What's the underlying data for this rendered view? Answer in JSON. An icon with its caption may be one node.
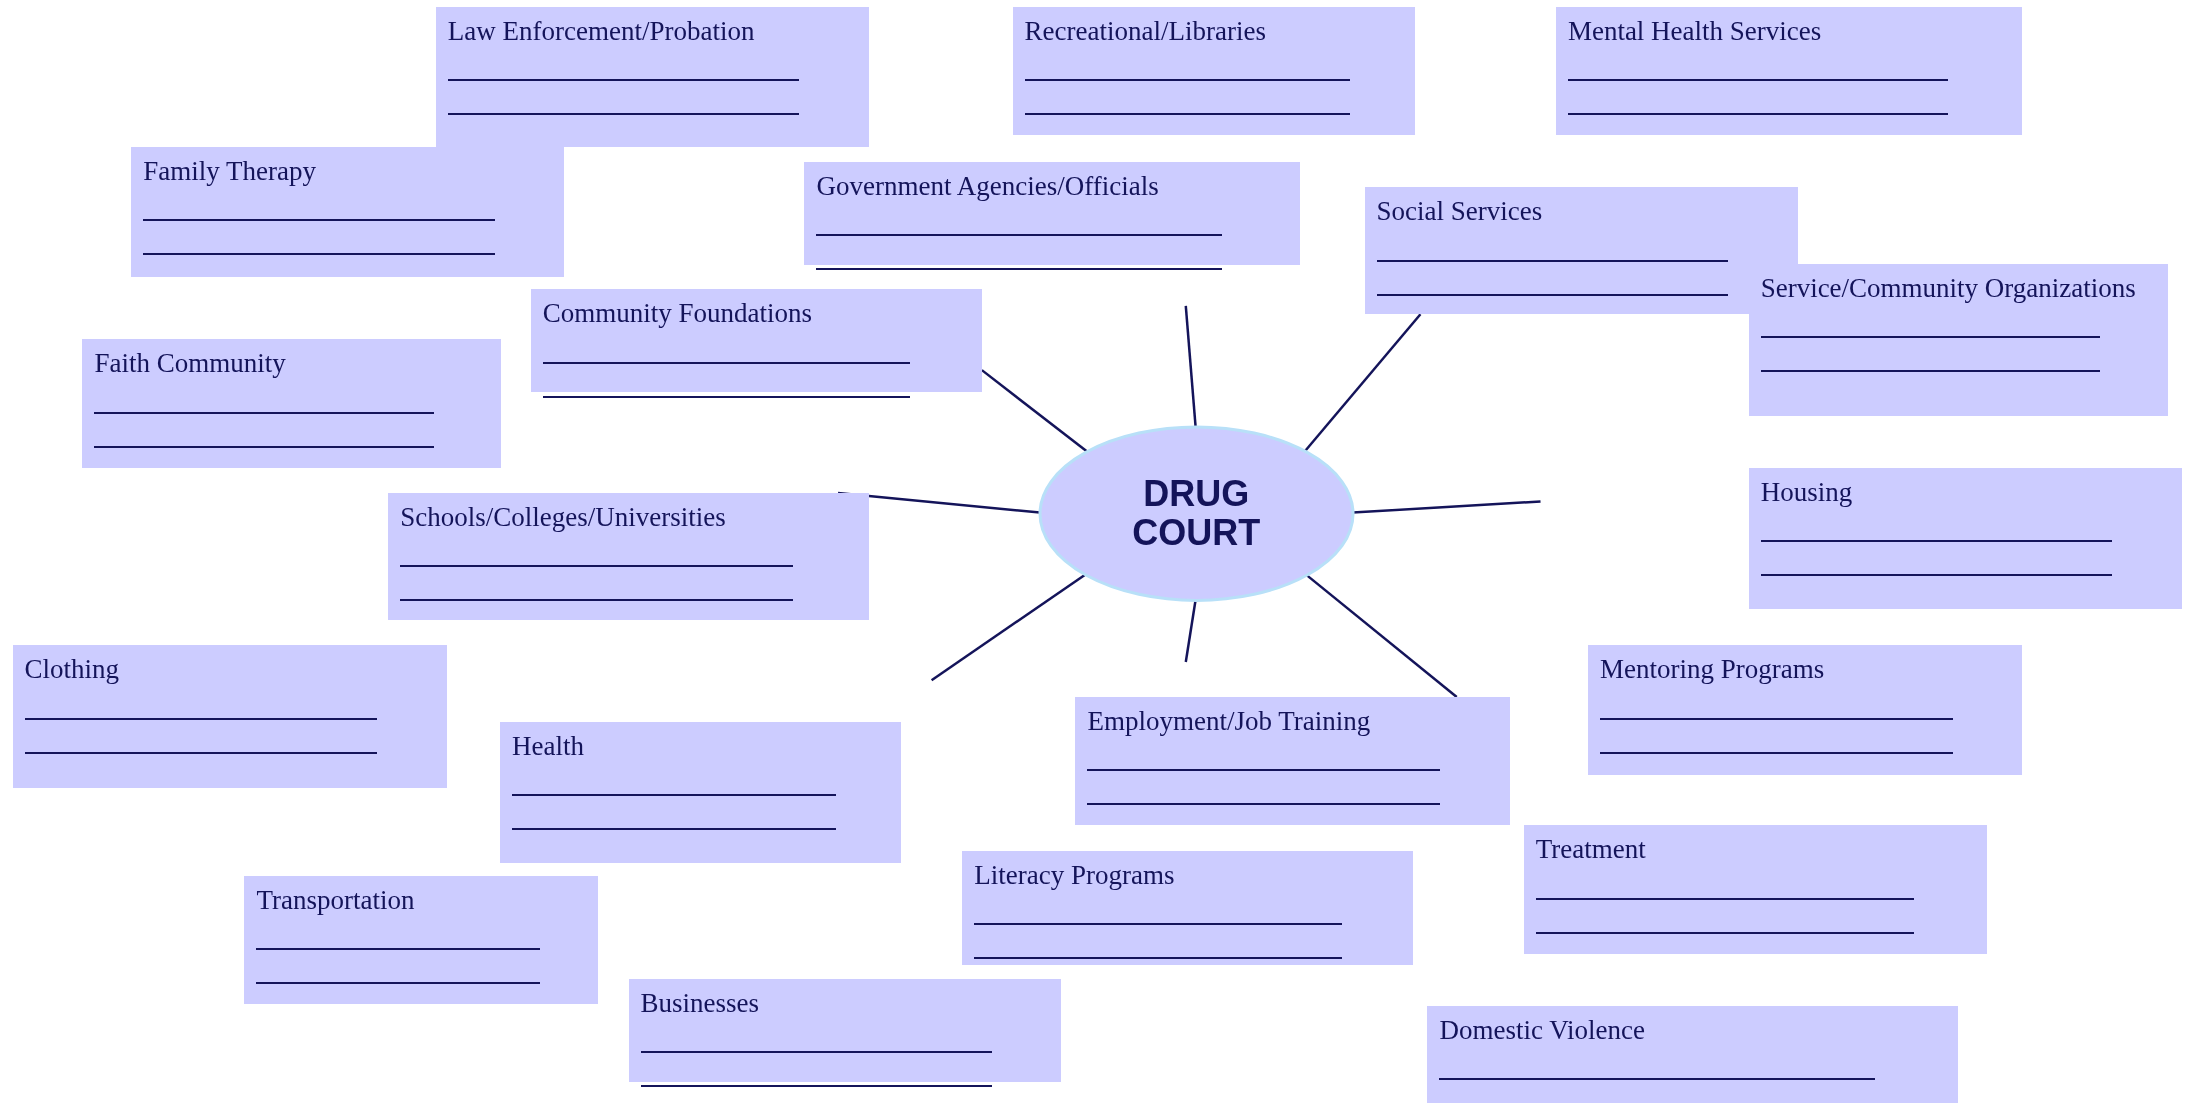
{
  "diagram": {
    "nodes": [
      {
        "text": [
          "Law Enforcement/Probation"
        ]
      },
      {
        "text": [
          "Recreational/Libraries"
        ]
      },
      {
        "text": [
          "Mental Health Services"
        ]
      },
      {
        "text": [
          "Family Therapy"
        ]
      },
      {
        "text": [
          "Government Agencies/Officials"
        ]
      },
      {
        "text": [
          "Social Services"
        ]
      },
      {
        "text": [
          "Service/Community Organizations"
        ]
      },
      {
        "text": [
          "Community Foundations"
        ]
      },
      {
        "text": [
          "Faith Community"
        ]
      },
      {
        "text": [
          "Housing"
        ]
      },
      {
        "text": [
          "Schools/Colleges/Universities"
        ]
      },
      {
        "text": [
          "DRUG COURT"
        ]
      },
      {
        "text": [
          "Clothing"
        ]
      },
      {
        "text": [
          "Mentoring Programs"
        ]
      },
      {
        "text": [
          "Health"
        ]
      },
      {
        "text": [
          "Employment/Job Training"
        ]
      },
      {
        "text": [
          "Literacy Programs"
        ]
      },
      {
        "text": [
          "Treatment"
        ]
      },
      {
        "text": [
          "Transportation"
        ]
      },
      {
        "text": [
          "Businesses"
        ]
      },
      {
        "text": [
          "Domestic Violence"
        ]
      }
    ],
    "edges": [
      {
        "from": 11,
        "to": 7,
        "arrow": "none"
      },
      {
        "from": 11,
        "to": null,
        "arrow": "none"
      },
      {
        "from": 11,
        "to": 5,
        "arrow": "none"
      },
      {
        "from": 11,
        "to": null,
        "arrow": "none"
      },
      {
        "from": 11,
        "to": 10,
        "arrow": "none"
      },
      {
        "from": 11,
        "to": null,
        "arrow": "none"
      },
      {
        "from": 11,
        "to": null,
        "arrow": "none"
      },
      {
        "from": 11,
        "to": 15,
        "arrow": "none"
      }
    ]
  }
}
